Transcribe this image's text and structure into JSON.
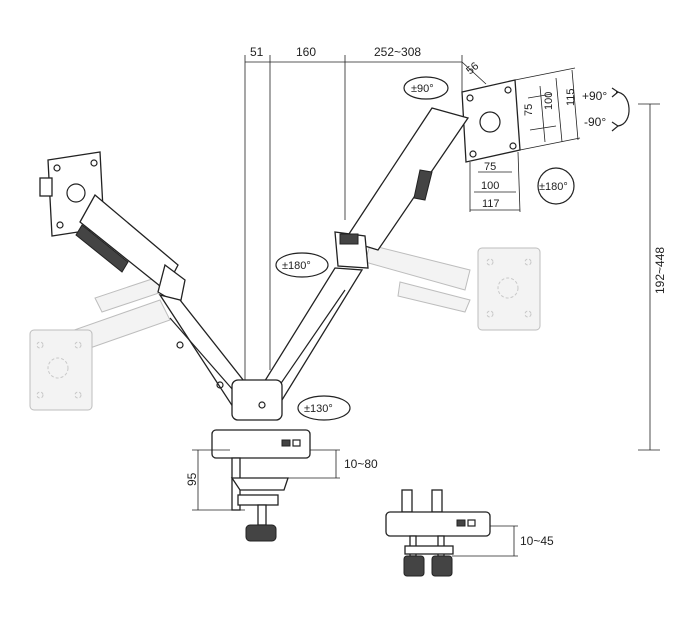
{
  "dimensions": {
    "d51": "51",
    "d160": "160",
    "d252_308": "252~308",
    "d56": "56",
    "d75_v": "75",
    "d100_v": "100",
    "d115_v": "115",
    "d75_h": "75",
    "d100_h": "100",
    "d117_h": "117",
    "d192_448": "192~448",
    "d95": "95",
    "d10_80": "10~80",
    "d10_45": "10~45"
  },
  "rotations": {
    "tilt_plus": "+90°",
    "tilt_minus": "-90°",
    "swivel_90": "±90°",
    "rotate_180_right": "±180°",
    "rotate_180_arm": "±180°",
    "rotate_130_base": "±130°"
  }
}
